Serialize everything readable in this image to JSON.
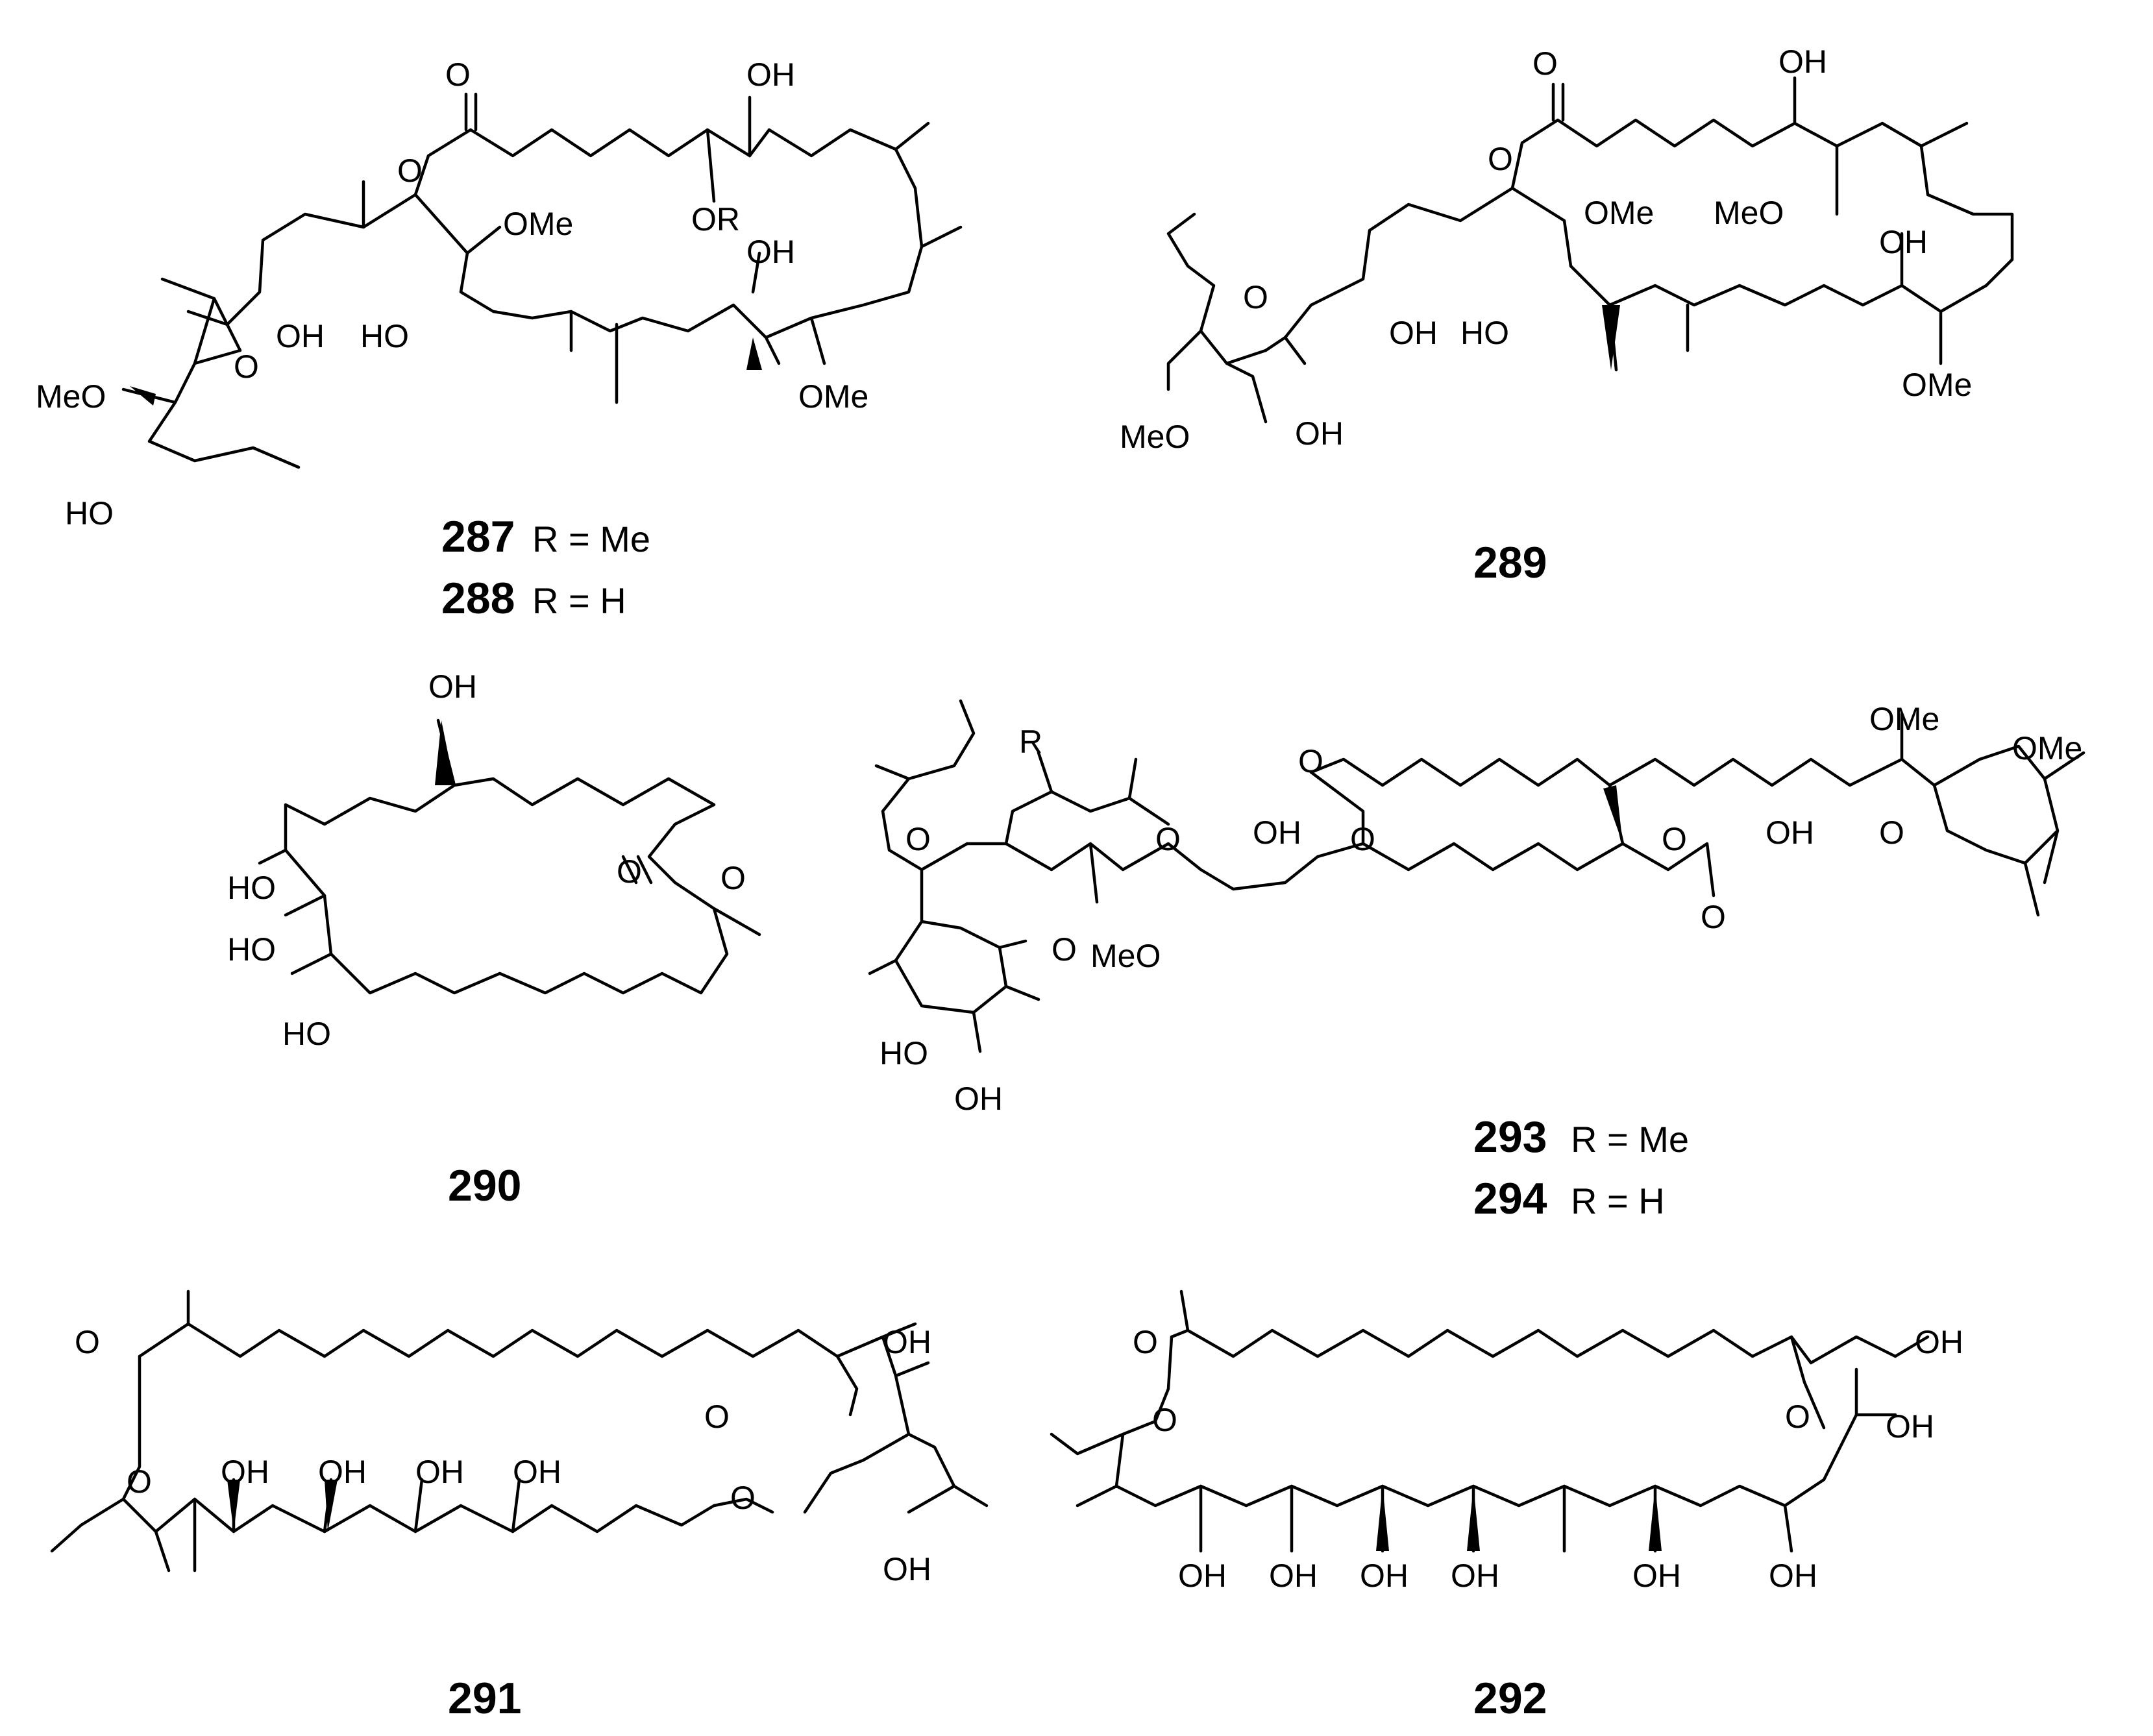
{
  "compounds": [
    {
      "id": "287",
      "r_def": "R = Me"
    },
    {
      "id": "288",
      "r_def": "R = H"
    },
    {
      "id": "289",
      "r_def": ""
    },
    {
      "id": "290",
      "r_def": ""
    },
    {
      "id": "291",
      "r_def": ""
    },
    {
      "id": "292",
      "r_def": ""
    },
    {
      "id": "293",
      "r_def": "R = Me"
    },
    {
      "id": "294",
      "r_def": "R = H"
    }
  ],
  "atom_labels": {
    "O": "O",
    "OH": "OH",
    "HO": "HO",
    "OMe": "OMe",
    "MeO": "MeO",
    "OR": "OR",
    "R": "R"
  },
  "colors": {
    "ink": "#000000",
    "background": "#ffffff"
  }
}
